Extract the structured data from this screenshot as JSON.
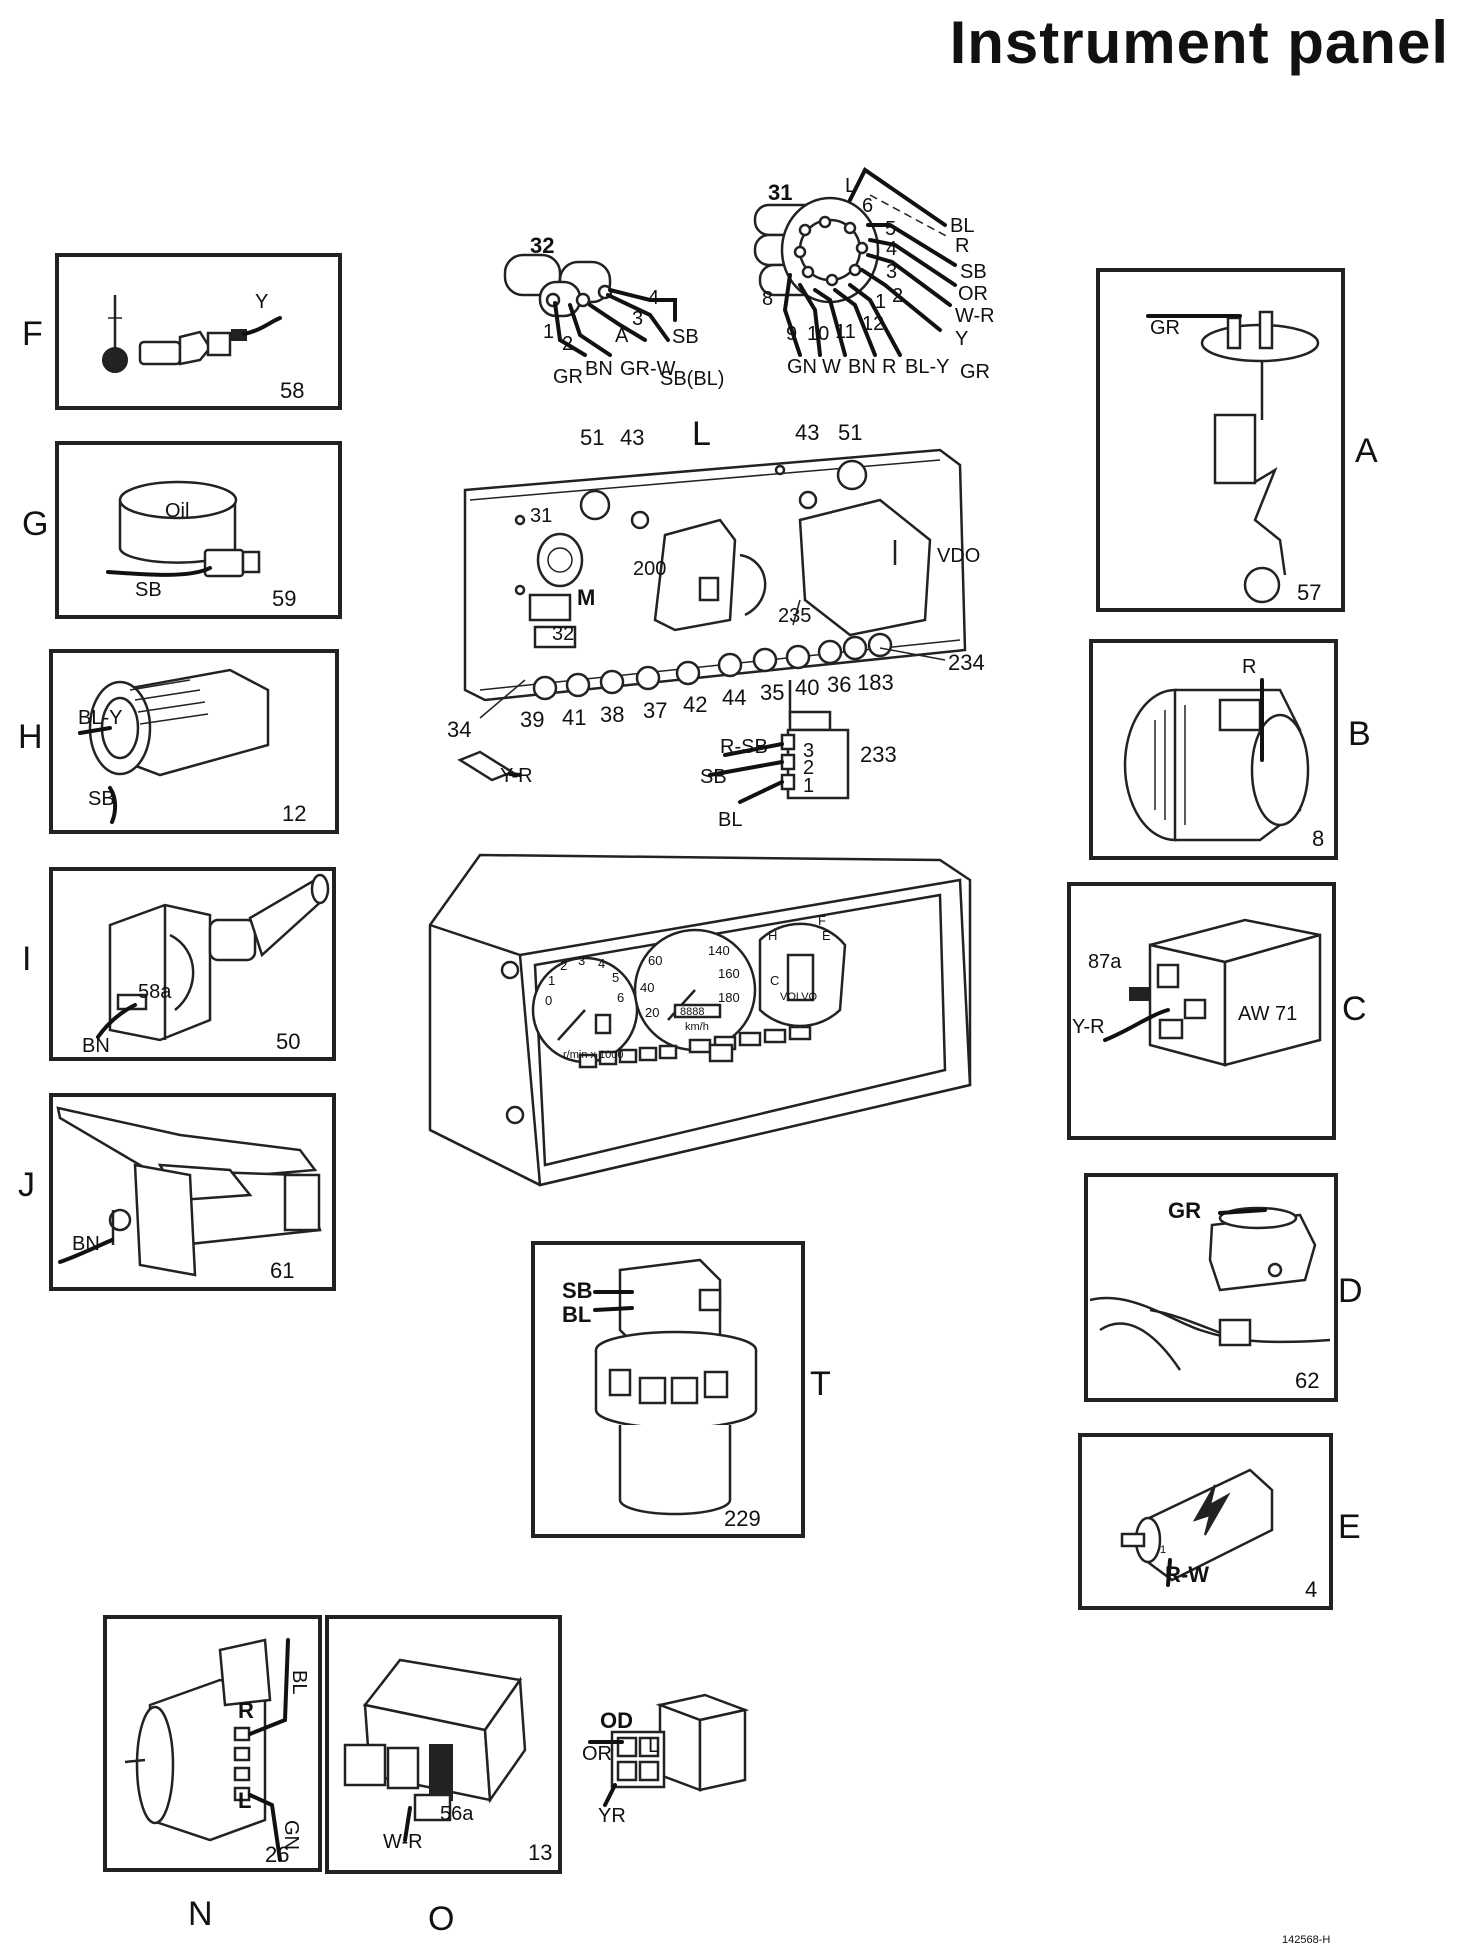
{
  "title": "Instrument panel",
  "figure_code": "142568-H",
  "panels": {
    "F": {
      "letter": "F",
      "number": "58",
      "wires": [
        "Y"
      ]
    },
    "G": {
      "letter": "G",
      "number": "59",
      "text": "Oil",
      "wires": [
        "SB"
      ]
    },
    "H": {
      "letter": "H",
      "number": "12",
      "wires": [
        "BL-Y",
        "SB"
      ]
    },
    "I": {
      "letter": "I",
      "number": "50",
      "terminal": "58a",
      "wires": [
        "BN"
      ]
    },
    "J": {
      "letter": "J",
      "number": "61",
      "wires": [
        "BN"
      ]
    },
    "A": {
      "letter": "A",
      "number": "57",
      "wires": [
        "GR"
      ]
    },
    "B": {
      "letter": "B",
      "number": "8",
      "wires": [
        "R"
      ]
    },
    "C": {
      "letter": "C",
      "terminal": "87a",
      "relay": "AW 71",
      "wires": [
        "Y-R"
      ]
    },
    "D": {
      "letter": "D",
      "number": "62",
      "wires": [
        "GR"
      ]
    },
    "E": {
      "letter": "E",
      "number": "4",
      "terminal": "1",
      "wires": [
        "R-W"
      ]
    },
    "T": {
      "letter": "T",
      "number": "229",
      "wires": [
        "SB",
        "BL"
      ]
    },
    "N": {
      "letter": "N",
      "number": "26",
      "terminals": [
        "R",
        "L"
      ],
      "wires": [
        "BL",
        "GN"
      ]
    },
    "O": {
      "letter": "O",
      "number": "13",
      "terminal": "56a",
      "wires": [
        "W-R"
      ],
      "connector": {
        "label": "OD",
        "terminal": "L",
        "wires": [
          "OR",
          "YR"
        ]
      }
    }
  },
  "connector_32": {
    "number": "32",
    "pins": [
      "1",
      "2",
      "3",
      "4",
      "A"
    ],
    "wires": [
      "GR",
      "BN",
      "GR-W",
      "SB(BL)",
      "SB"
    ]
  },
  "connector_31": {
    "number": "31",
    "pins": [
      "L",
      "6",
      "5",
      "4",
      "3",
      "2",
      "1",
      "12",
      "11",
      "10",
      "9",
      "8"
    ],
    "wires": [
      "BL",
      "R",
      "SB",
      "OR",
      "W-R",
      "Y",
      "GR",
      "BL-Y",
      "R",
      "BN",
      "W",
      "GN"
    ]
  },
  "board": {
    "label": "L",
    "gauge_brand": "VDO",
    "marker": "M",
    "callouts": [
      "51",
      "43",
      "43",
      "51",
      "31",
      "200",
      "32",
      "235",
      "34",
      "39",
      "41",
      "38",
      "37",
      "42",
      "44",
      "35",
      "40",
      "36",
      "183",
      "234"
    ],
    "small_wire": "Y-R"
  },
  "connector_233": {
    "number": "233",
    "pins": [
      "3",
      "2",
      "1"
    ],
    "wires": [
      "R-SB",
      "SB",
      "BL"
    ]
  },
  "cluster": {
    "speedo_ticks": [
      "20",
      "40",
      "60",
      "140",
      "160",
      "180"
    ],
    "speedo_unit": "km/h",
    "odometer": "8888",
    "tacho_ticks": [
      "0",
      "1",
      "2",
      "3",
      "4",
      "5",
      "6"
    ],
    "tacho_unit": "r/min x 1000",
    "brand": "VOLVO",
    "fuel_marks": [
      "E",
      "F"
    ],
    "temp_marks": [
      "H",
      "C"
    ]
  }
}
